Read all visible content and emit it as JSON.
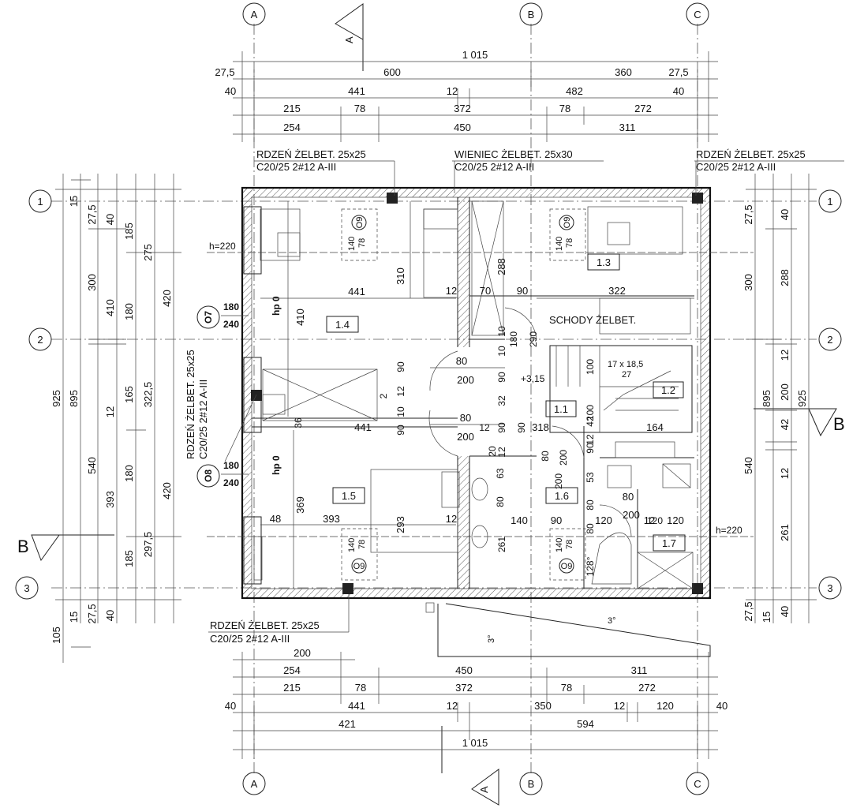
{
  "axes": {
    "cols": [
      "A",
      "B",
      "C"
    ],
    "rows": [
      "1",
      "2",
      "3"
    ]
  },
  "sections": {
    "a": "A",
    "b": "B"
  },
  "dims_top": {
    "overall": "1 015",
    "r2": [
      "27,5",
      "600",
      "360",
      "27,5"
    ],
    "r3": [
      "40",
      "441",
      "12",
      "482",
      "40"
    ],
    "r4": [
      "215",
      "78",
      "372",
      "78",
      "272"
    ],
    "r5": [
      "254",
      "450",
      "311"
    ]
  },
  "dims_bottom": {
    "r1": [
      "200"
    ],
    "r2": [
      "254",
      "450",
      "311"
    ],
    "r3": [
      "215",
      "78",
      "372",
      "78",
      "272"
    ],
    "r4": [
      "40",
      "441",
      "12",
      "350",
      "12",
      "120",
      "40"
    ],
    "r5": [
      "421",
      "594"
    ],
    "overall": "1 015"
  },
  "dims_left": {
    "overall": "925",
    "c1": [
      "895",
      "105"
    ],
    "c2": [
      "15",
      "300",
      "540",
      "15"
    ],
    "c3": [
      "27,5",
      "410",
      "12",
      "393",
      "27,5"
    ],
    "c4": [
      "40",
      "180",
      "165",
      "180",
      "40"
    ],
    "c5": [
      "185",
      "322,5",
      "185"
    ],
    "c6": [
      "275",
      "297,5"
    ],
    "c7": [
      "420",
      "420"
    ]
  },
  "dims_right": {
    "c1": [
      "27,5",
      "300",
      "540",
      "27,5"
    ],
    "c2": [
      "40",
      "288",
      "12",
      "200",
      "42",
      "12",
      "261",
      "40"
    ],
    "c3": [
      "895",
      "15"
    ],
    "overall": "925"
  },
  "labels": {
    "rdzen_top_left": [
      "RDZEŃ ŻELBET. 25x25",
      "C20/25 2#12 A-III"
    ],
    "wieniec": [
      "WIENIEC ŻELBET. 25x30",
      "C20/25 2#12 A-III"
    ],
    "rdzen_top_right": [
      "RDZEŃ ŻELBET. 25x25",
      "C20/25 2#12 A-III"
    ],
    "rdzen_bottom": [
      "RDZEŃ ŻELBET. 25x25",
      "C20/25 2#12 A-III"
    ],
    "rdzen_left_vertical": [
      "RDZEŃ ŻELBET. 25x25",
      "C20/25 2#12 A-III"
    ],
    "schody": "SCHODY ŻELBET.",
    "stairs_spec": [
      "17 x 18,5",
      "27"
    ],
    "h220_left": "h=220",
    "h220_right": "h=220",
    "level": "+3,15",
    "slope": "3°"
  },
  "rooms": [
    "1.1",
    "1.2",
    "1.3",
    "1.4",
    "1.5",
    "1.6",
    "1.7"
  ],
  "openings": {
    "o7": {
      "id": "O7",
      "w": "180",
      "h": "240",
      "hp": "hp 0"
    },
    "o8": {
      "id": "O8",
      "w": "180",
      "h": "240",
      "hp": "hp 0"
    },
    "o9": [
      "O9",
      "O9",
      "O9",
      "O9"
    ],
    "o9_dims": [
      "140",
      "78"
    ]
  },
  "interior_dims": {
    "r14": [
      "441",
      "410",
      "310"
    ],
    "r15": [
      "393",
      "369",
      "293",
      "48",
      "12"
    ],
    "r13": [
      "322",
      "288",
      "12",
      "70",
      "90"
    ],
    "corridor": [
      "80",
      "200",
      "80",
      "200",
      "10",
      "12",
      "90",
      "10",
      "90",
      "10",
      "90",
      "2",
      "36",
      "441",
      "12",
      "32",
      "90",
      "20",
      "12",
      "90",
      "180",
      "290",
      "318",
      "80",
      "200",
      "63",
      "80",
      "80",
      "90",
      "12"
    ],
    "r12": [
      "100",
      "100",
      "164",
      "42",
      "53"
    ],
    "r16": [
      "261",
      "140",
      "90",
      "80",
      "120",
      "200",
      "12",
      "120",
      "128°"
    ],
    "r17": [
      "80",
      "200",
      "120"
    ]
  }
}
